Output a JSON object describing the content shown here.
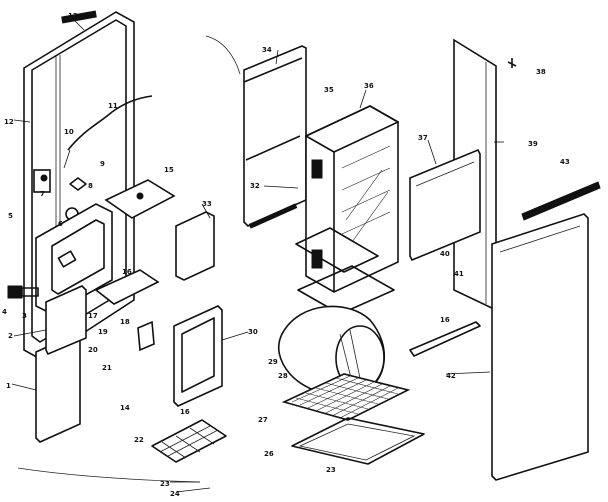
{
  "diagram": {
    "type": "exploded parts diagram",
    "callouts": [
      {
        "id": "c1",
        "label": "1"
      },
      {
        "id": "c2",
        "label": "2"
      },
      {
        "id": "c3",
        "label": "3"
      },
      {
        "id": "c4",
        "label": "4"
      },
      {
        "id": "c5",
        "label": "5"
      },
      {
        "id": "c6",
        "label": "6"
      },
      {
        "id": "c7",
        "label": "7"
      },
      {
        "id": "c8",
        "label": "8"
      },
      {
        "id": "c9",
        "label": "9"
      },
      {
        "id": "c10",
        "label": "10"
      },
      {
        "id": "c11",
        "label": "11"
      },
      {
        "id": "c12",
        "label": "12"
      },
      {
        "id": "c13",
        "label": "13"
      },
      {
        "id": "c14",
        "label": "14"
      },
      {
        "id": "c15",
        "label": "15"
      },
      {
        "id": "c16",
        "label": "16"
      },
      {
        "id": "c16b",
        "label": "16"
      },
      {
        "id": "c16c",
        "label": "16"
      },
      {
        "id": "c17",
        "label": "17"
      },
      {
        "id": "c18",
        "label": "18"
      },
      {
        "id": "c19",
        "label": "19"
      },
      {
        "id": "c20",
        "label": "20"
      },
      {
        "id": "c21",
        "label": "21"
      },
      {
        "id": "c22",
        "label": "22"
      },
      {
        "id": "c23",
        "label": "23"
      },
      {
        "id": "c23b",
        "label": "23"
      },
      {
        "id": "c24",
        "label": "24"
      },
      {
        "id": "c26",
        "label": "26"
      },
      {
        "id": "c27",
        "label": "27"
      },
      {
        "id": "c28",
        "label": "28"
      },
      {
        "id": "c29",
        "label": "29"
      },
      {
        "id": "c30",
        "label": "30"
      },
      {
        "id": "c32",
        "label": "32"
      },
      {
        "id": "c33",
        "label": "33"
      },
      {
        "id": "c34",
        "label": "34"
      },
      {
        "id": "c35",
        "label": "35"
      },
      {
        "id": "c36",
        "label": "36"
      },
      {
        "id": "c37",
        "label": "37"
      },
      {
        "id": "c38",
        "label": "38"
      },
      {
        "id": "c39",
        "label": "39"
      },
      {
        "id": "c40",
        "label": "40"
      },
      {
        "id": "c41",
        "label": "41"
      },
      {
        "id": "c42",
        "label": "42"
      },
      {
        "id": "c43",
        "label": "43"
      }
    ]
  }
}
